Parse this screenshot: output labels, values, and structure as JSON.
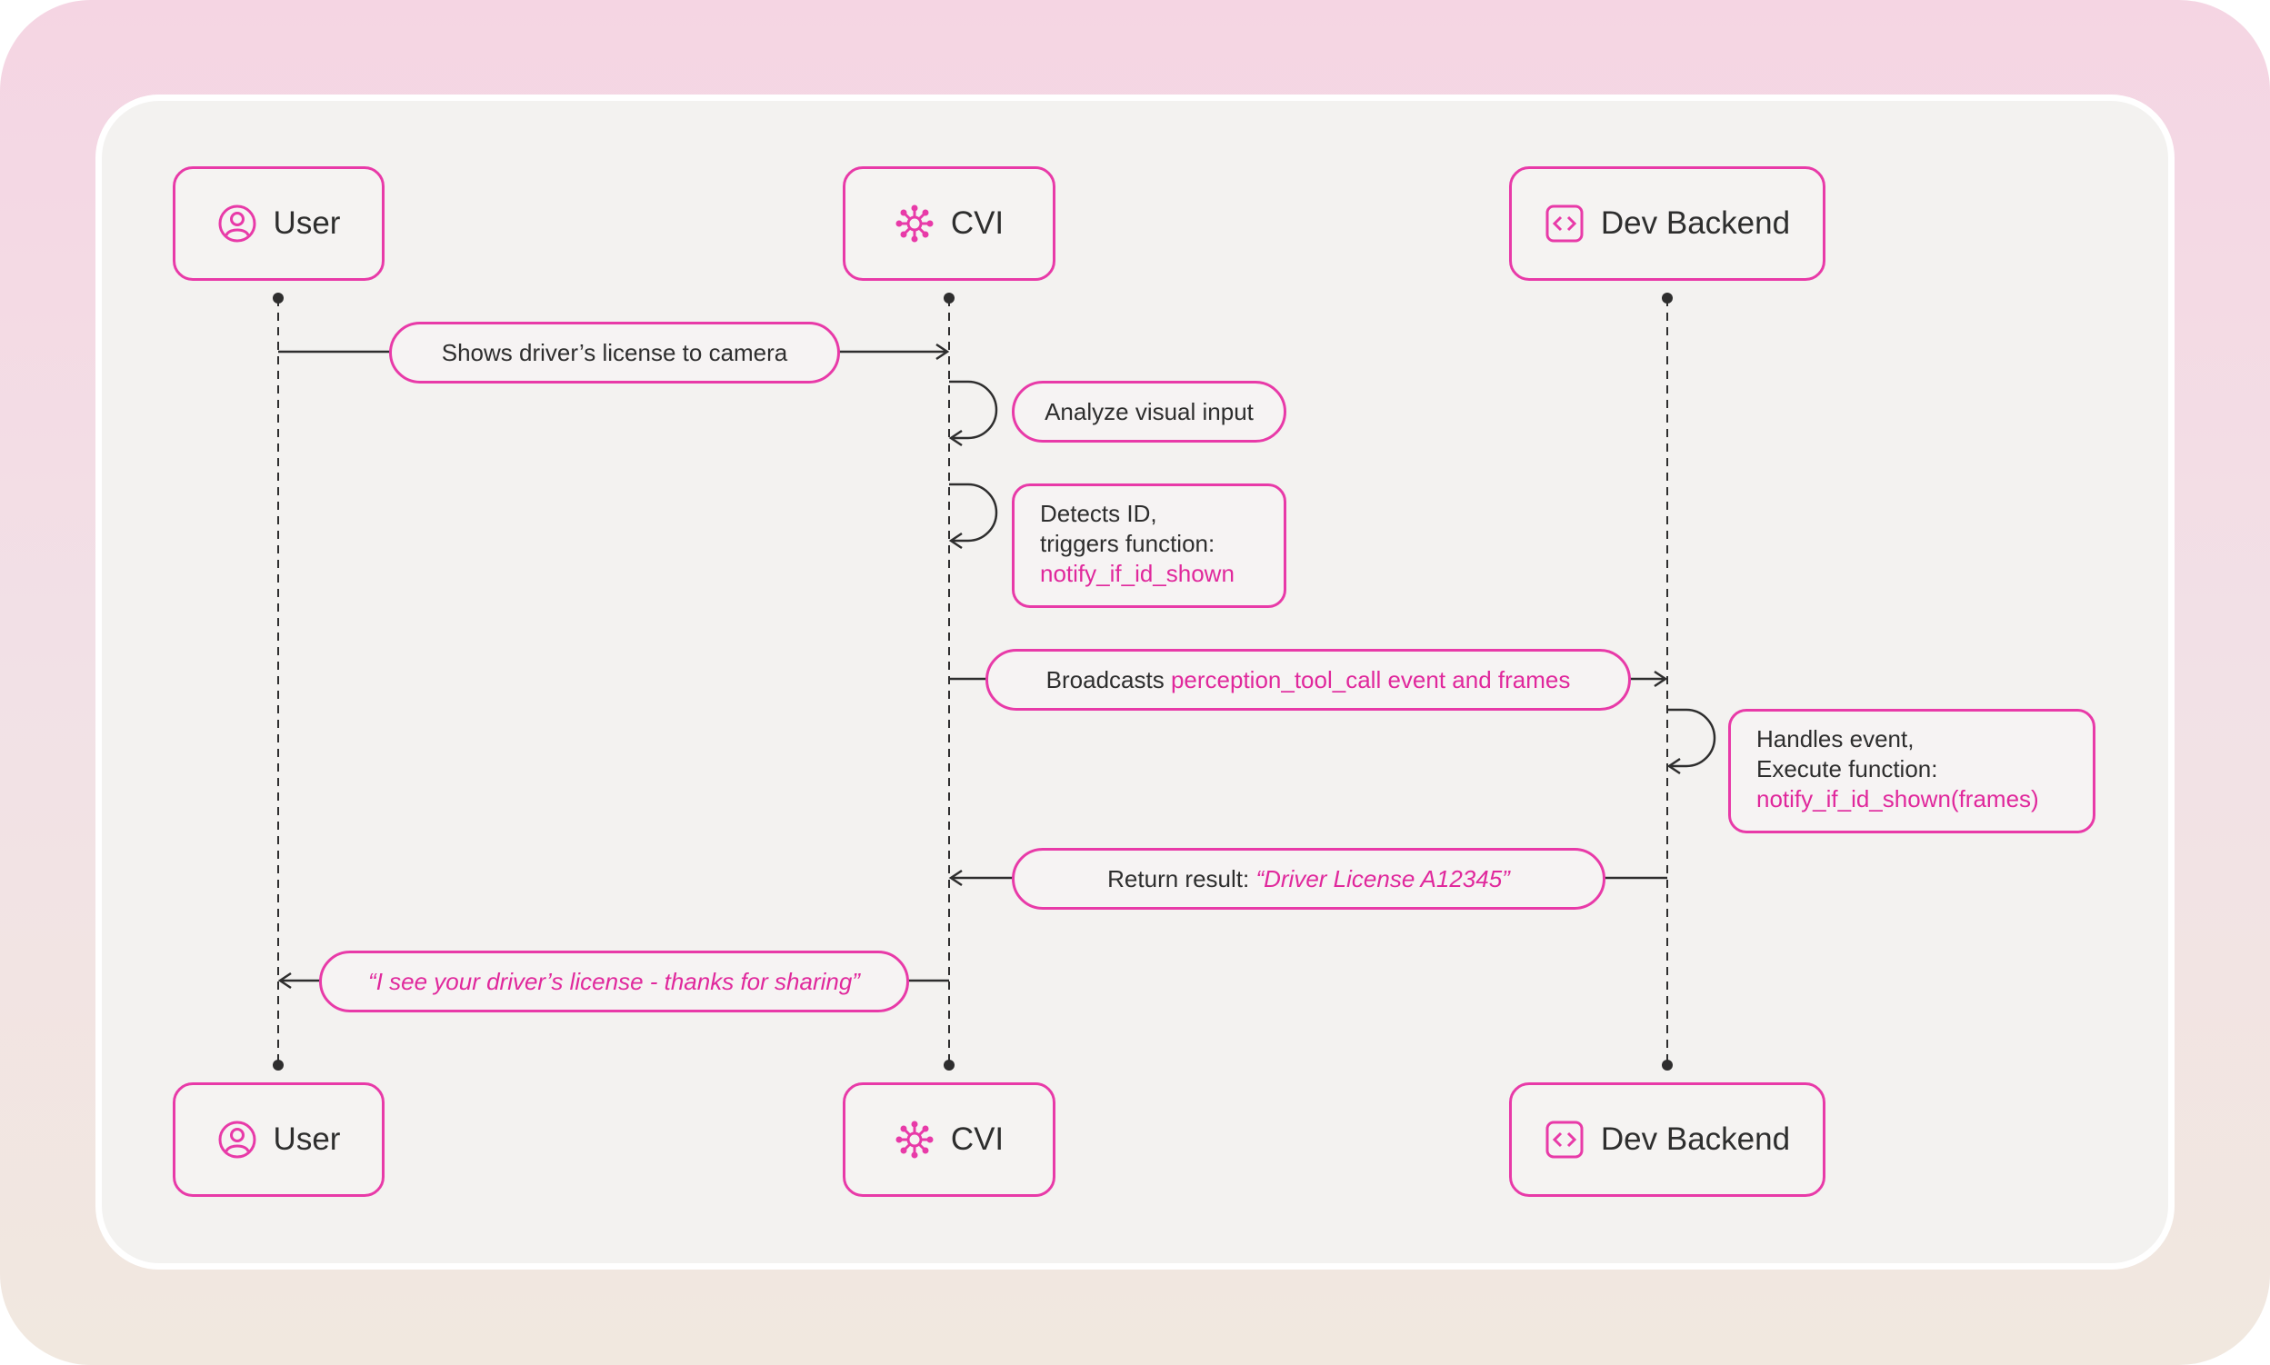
{
  "actors": {
    "user": "User",
    "cvi": "CVI",
    "backend": "Dev Backend"
  },
  "icons": {
    "user": "user-circle-icon",
    "cvi": "network-hub-icon",
    "backend": "code-brackets-icon"
  },
  "messages": {
    "m1": "Shows driver’s license to camera",
    "m2": "Analyze visual input",
    "m3_line1": "Detects ID,",
    "m3_line2": "triggers function:",
    "m3_fn": "notify_if_id_shown",
    "m4_prefix": "Broadcasts ",
    "m4_highlight": "perception_tool_call event and frames",
    "m5_line1": "Handles event,",
    "m5_line2": "Execute function:",
    "m5_fn": "notify_if_id_shown(frames)",
    "m6_prefix": "Return result: ",
    "m6_value": "“Driver License A12345”",
    "m7": "“I see your driver’s license - thanks for sharing”"
  },
  "colors": {
    "accent": "#e83aa8",
    "text": "#2e2e2e",
    "panel": "#f3f2f0"
  }
}
